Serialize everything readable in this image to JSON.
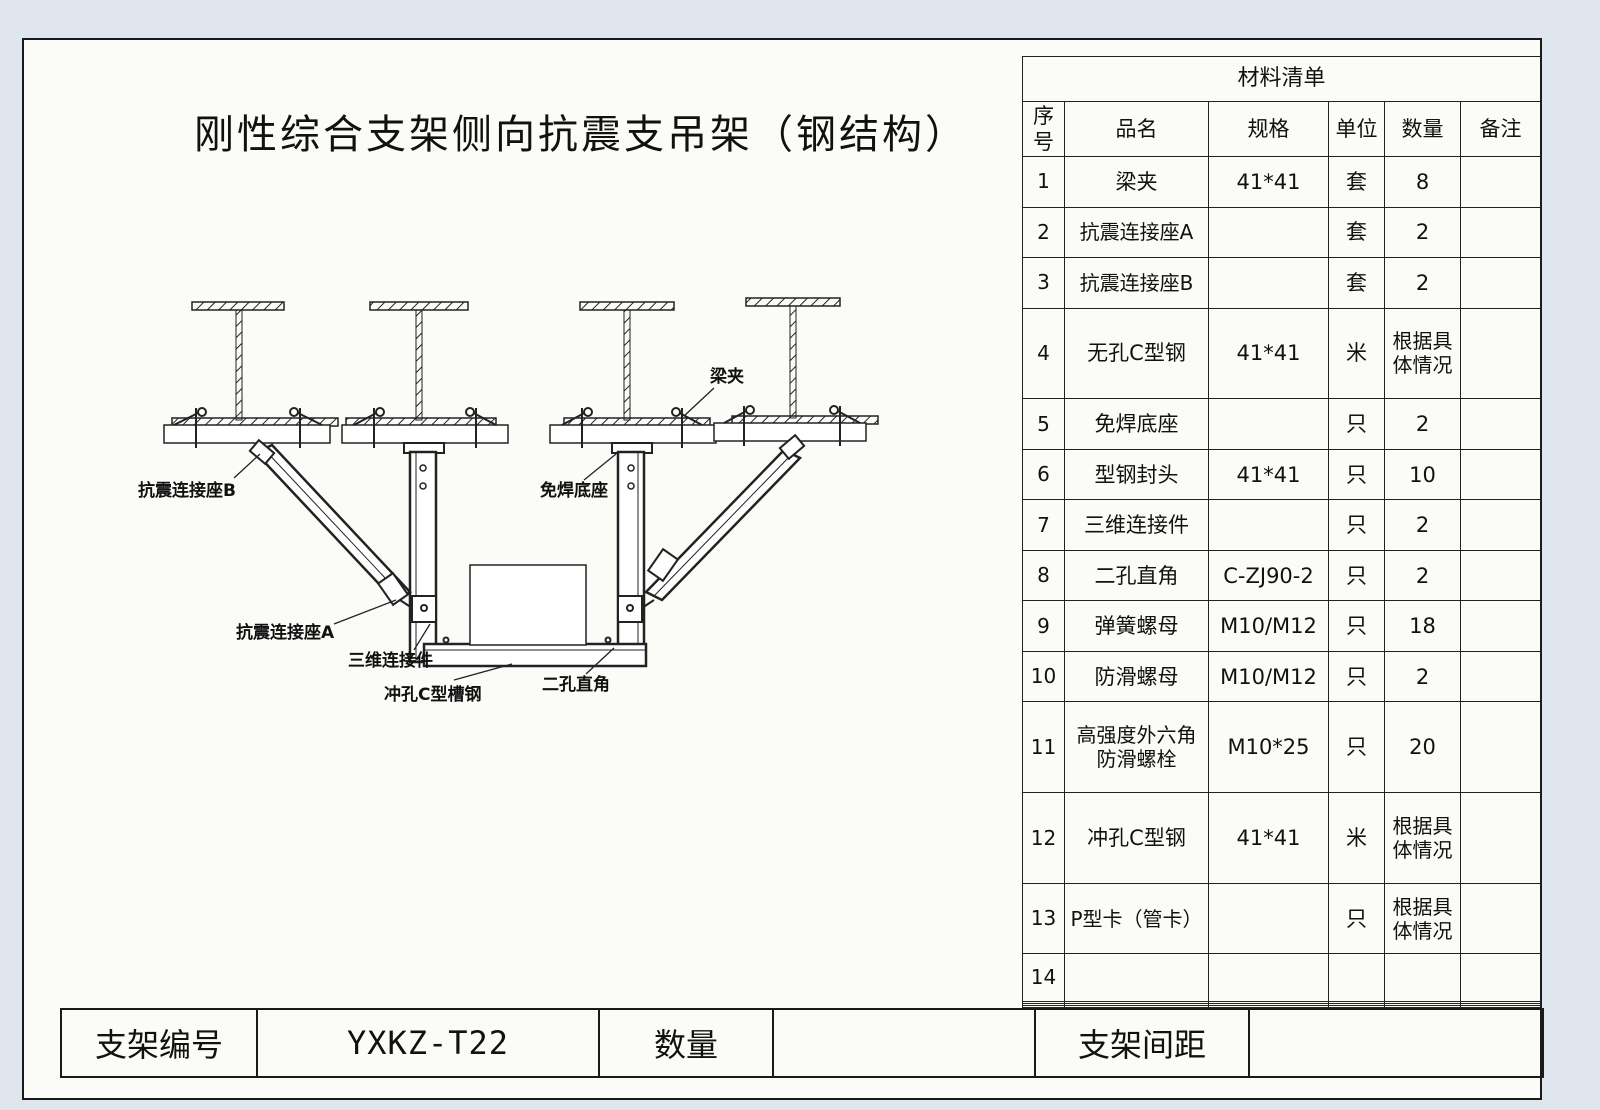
{
  "title": "刚性综合支架侧向抗震支吊架（钢结构）",
  "labels": {
    "beam_clamp": "梁夹",
    "seismic_seat_b": "抗震连接座B",
    "weld_free_base": "免焊底座",
    "seismic_seat_a": "抗震连接座A",
    "connector_3d": "三维连接件",
    "punched_channel": "冲孔C型槽钢",
    "two_hole_angle": "二孔直角"
  },
  "materials": {
    "caption": "材料清单",
    "headers": [
      "序号",
      "品名",
      "规格",
      "单位",
      "数量",
      "备注"
    ],
    "rows": [
      [
        "1",
        "梁夹",
        "41*41",
        "套",
        "8",
        ""
      ],
      [
        "2",
        "抗震连接座A",
        "",
        "套",
        "2",
        ""
      ],
      [
        "3",
        "抗震连接座B",
        "",
        "套",
        "2",
        ""
      ],
      [
        "4",
        "无孔C型钢",
        "41*41",
        "米",
        "根据具体情况",
        ""
      ],
      [
        "5",
        "免焊底座",
        "",
        "只",
        "2",
        ""
      ],
      [
        "6",
        "型钢封头",
        "41*41",
        "只",
        "10",
        ""
      ],
      [
        "7",
        "三维连接件",
        "",
        "只",
        "2",
        ""
      ],
      [
        "8",
        "二孔直角",
        "C-ZJ90-2",
        "只",
        "2",
        ""
      ],
      [
        "9",
        "弹簧螺母",
        "M10/M12",
        "只",
        "18",
        ""
      ],
      [
        "10",
        "防滑螺母",
        "M10/M12",
        "只",
        "2",
        ""
      ],
      [
        "11",
        "高强度外六角防滑螺栓",
        "M10*25",
        "只",
        "20",
        ""
      ],
      [
        "12",
        "冲孔C型钢",
        "41*41",
        "米",
        "根据具体情况",
        ""
      ],
      [
        "13",
        "P型卡（管卡）",
        "",
        "只",
        "根据具体情况",
        ""
      ],
      [
        "14",
        "",
        "",
        "",
        "",
        ""
      ],
      [
        "",
        "",
        "",
        "",
        "",
        ""
      ],
      [
        "",
        "",
        "",
        "",
        "",
        ""
      ],
      [
        "",
        "",
        "",
        "",
        "",
        ""
      ]
    ]
  },
  "footer": {
    "id_label": "支架编号",
    "id_value": "YXKZ-T22",
    "qty_label": "数量",
    "qty_value": "",
    "spacing_label": "支架间距",
    "spacing_value": ""
  }
}
